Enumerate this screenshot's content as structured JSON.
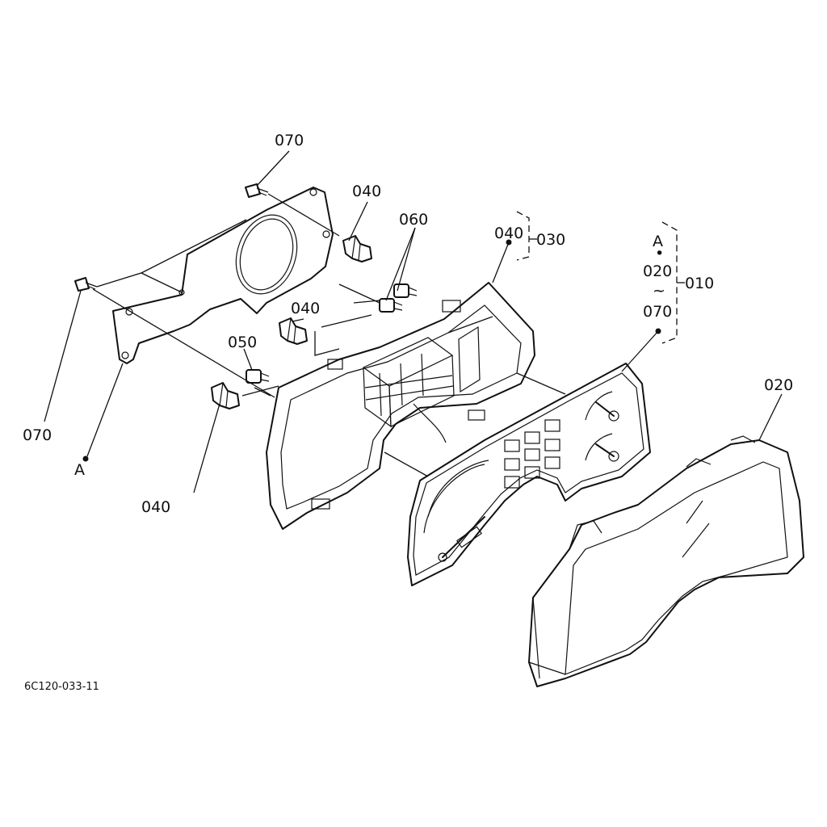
{
  "callouts": {
    "c070_top": "070",
    "c070_left": "070",
    "c040_a": "040",
    "c040_b": "040",
    "c040_c": "040",
    "c040_group": "040",
    "c060": "060",
    "c050": "050",
    "c030": "030",
    "c010": "010",
    "c020_right": "020",
    "refA_left": "A",
    "bracket_A": "A",
    "bracket_020": "020",
    "bracket_tilde": "~",
    "bracket_070": "070"
  },
  "drawing_code": "6C120-033-11"
}
